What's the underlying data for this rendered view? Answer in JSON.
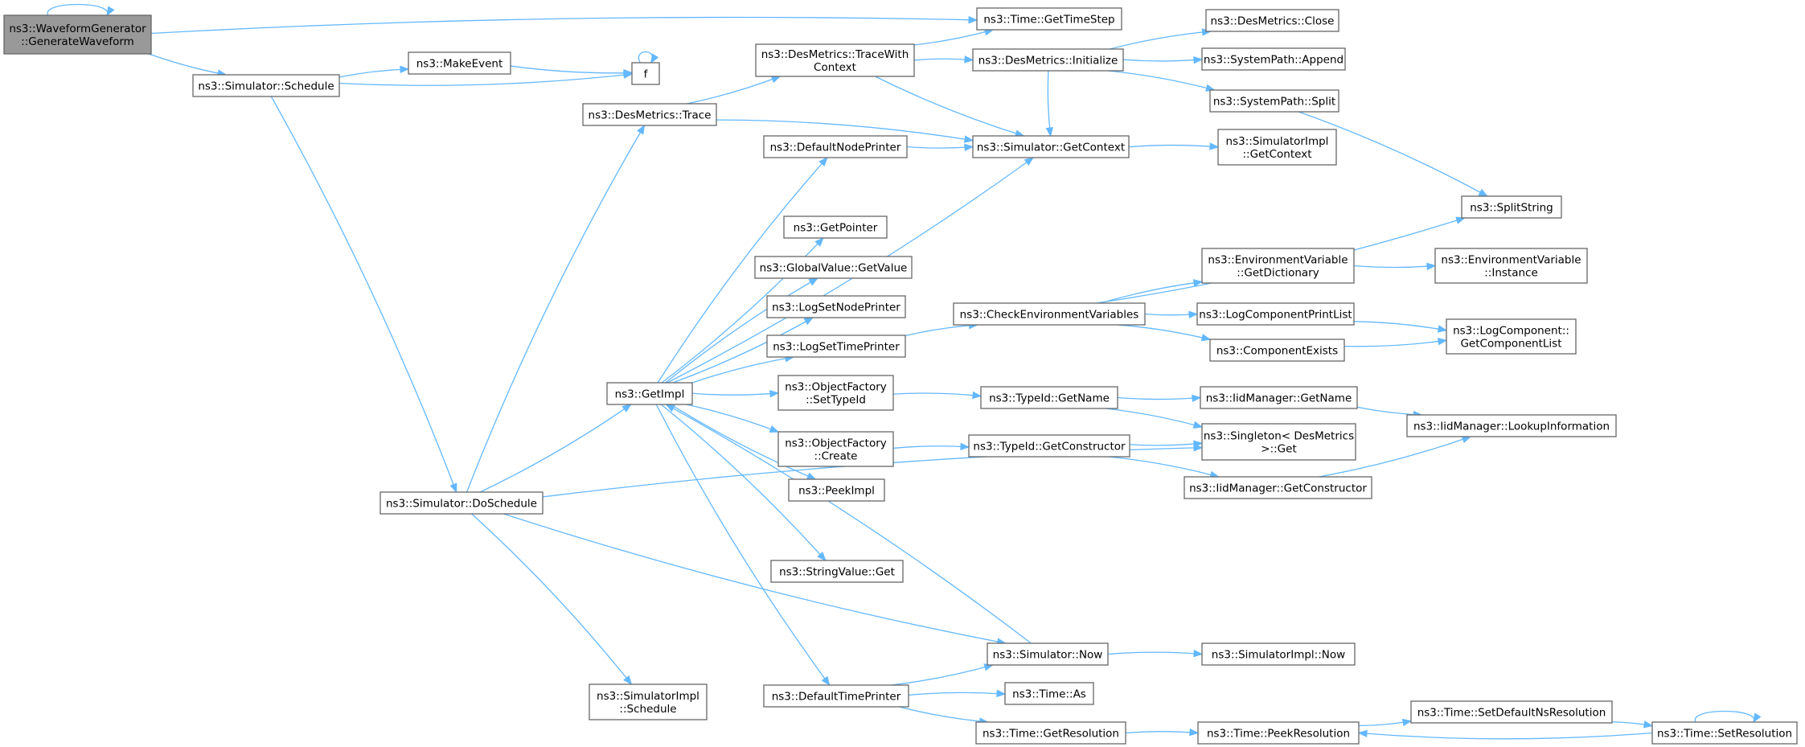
{
  "nodes": {
    "root": [
      "ns3::WaveformGenerator",
      "::GenerateWaveform"
    ],
    "getTimeStep": [
      "ns3::Time::GetTimeStep"
    ],
    "schedule": [
      "ns3::Simulator::Schedule"
    ],
    "makeEvent": [
      "ns3::MakeEvent"
    ],
    "f": [
      "f"
    ],
    "traceWithContext": [
      "ns3::DesMetrics::TraceWith",
      "Context"
    ],
    "desInitialize": [
      "ns3::DesMetrics::Initialize"
    ],
    "desClose": [
      "ns3::DesMetrics::Close"
    ],
    "sysAppend": [
      "ns3::SystemPath::Append"
    ],
    "sysSplit": [
      "ns3::SystemPath::Split"
    ],
    "desTrace": [
      "ns3::DesMetrics::Trace"
    ],
    "defaultNodePrinter": [
      "ns3::DefaultNodePrinter"
    ],
    "simGetContext": [
      "ns3::Simulator::GetContext"
    ],
    "simImplGetContext": [
      "ns3::SimulatorImpl",
      "::GetContext"
    ],
    "splitString": [
      "ns3::SplitString"
    ],
    "getPointer": [
      "ns3::GetPointer"
    ],
    "globalGetValue": [
      "ns3::GlobalValue::GetValue"
    ],
    "logSetNodePrinter": [
      "ns3::LogSetNodePrinter"
    ],
    "envGetDictionary": [
      "ns3::EnvironmentVariable",
      "::GetDictionary"
    ],
    "envInstance": [
      "ns3::EnvironmentVariable",
      "::Instance"
    ],
    "checkEnv": [
      "ns3::CheckEnvironmentVariables"
    ],
    "logSetTimePrinter": [
      "ns3::LogSetTimePrinter"
    ],
    "logCompPrintList": [
      "ns3::LogComponentPrintList"
    ],
    "logCompGetList": [
      "ns3::LogComponent::",
      "GetComponentList"
    ],
    "componentExists": [
      "ns3::ComponentExists"
    ],
    "getImpl": [
      "ns3::GetImpl"
    ],
    "objSetTypeId": [
      "ns3::ObjectFactory",
      "::SetTypeId"
    ],
    "typeGetName": [
      "ns3::TypeId::GetName"
    ],
    "iidGetName": [
      "ns3::IidManager::GetName"
    ],
    "iidLookup": [
      "ns3::IidManager::LookupInformation"
    ],
    "singletonGet": [
      "ns3::Singleton< DesMetrics",
      " >::Get"
    ],
    "objCreate": [
      "ns3::ObjectFactory",
      "::Create"
    ],
    "typeGetConstructor": [
      "ns3::TypeId::GetConstructor"
    ],
    "iidGetConstructor": [
      "ns3::IidManager::GetConstructor"
    ],
    "peekImpl": [
      "ns3::PeekImpl"
    ],
    "doSchedule": [
      "ns3::Simulator::DoSchedule"
    ],
    "stringGet": [
      "ns3::StringValue::Get"
    ],
    "simNow": [
      "ns3::Simulator::Now"
    ],
    "simImplNow": [
      "ns3::SimulatorImpl::Now"
    ],
    "simImplSchedule": [
      "ns3::SimulatorImpl",
      "::Schedule"
    ],
    "defaultTimePrinter": [
      "ns3::DefaultTimePrinter"
    ],
    "timeAs": [
      "ns3::Time::As"
    ],
    "timeGetResolution": [
      "ns3::Time::GetResolution"
    ],
    "timePeekResolution": [
      "ns3::Time::PeekResolution"
    ],
    "timeSetDefaultNs": [
      "ns3::Time::SetDefaultNsResolution"
    ],
    "timeSetResolution": [
      "ns3::Time::SetResolution"
    ]
  },
  "edges": [
    [
      "root",
      "root"
    ],
    [
      "root",
      "getTimeStep"
    ],
    [
      "root",
      "schedule"
    ],
    [
      "schedule",
      "makeEvent"
    ],
    [
      "schedule",
      "f"
    ],
    [
      "schedule",
      "doSchedule"
    ],
    [
      "makeEvent",
      "f"
    ],
    [
      "f",
      "f"
    ],
    [
      "traceWithContext",
      "getTimeStep"
    ],
    [
      "traceWithContext",
      "desInitialize"
    ],
    [
      "traceWithContext",
      "simGetContext"
    ],
    [
      "desInitialize",
      "desClose"
    ],
    [
      "desInitialize",
      "sysAppend"
    ],
    [
      "desInitialize",
      "sysSplit"
    ],
    [
      "desInitialize",
      "simGetContext"
    ],
    [
      "sysSplit",
      "splitString"
    ],
    [
      "desTrace",
      "traceWithContext"
    ],
    [
      "desTrace",
      "simGetContext"
    ],
    [
      "defaultNodePrinter",
      "simGetContext"
    ],
    [
      "simGetContext",
      "simImplGetContext"
    ],
    [
      "getImpl",
      "simGetContext"
    ],
    [
      "getImpl",
      "defaultNodePrinter"
    ],
    [
      "getImpl",
      "getPointer"
    ],
    [
      "getImpl",
      "globalGetValue"
    ],
    [
      "getImpl",
      "logSetNodePrinter"
    ],
    [
      "getImpl",
      "logSetTimePrinter"
    ],
    [
      "getImpl",
      "objSetTypeId"
    ],
    [
      "getImpl",
      "objCreate"
    ],
    [
      "getImpl",
      "peekImpl"
    ],
    [
      "getImpl",
      "stringGet"
    ],
    [
      "getImpl",
      "defaultTimePrinter"
    ],
    [
      "logSetTimePrinter",
      "checkEnv"
    ],
    [
      "checkEnv",
      "splitString"
    ],
    [
      "checkEnv",
      "envGetDictionary"
    ],
    [
      "checkEnv",
      "logCompPrintList"
    ],
    [
      "checkEnv",
      "componentExists"
    ],
    [
      "envGetDictionary",
      "envInstance"
    ],
    [
      "logCompPrintList",
      "logCompGetList"
    ],
    [
      "componentExists",
      "logCompGetList"
    ],
    [
      "objSetTypeId",
      "typeGetName"
    ],
    [
      "typeGetName",
      "iidGetName"
    ],
    [
      "typeGetName",
      "singletonGet"
    ],
    [
      "iidGetName",
      "iidLookup"
    ],
    [
      "objCreate",
      "typeGetConstructor"
    ],
    [
      "typeGetConstructor",
      "singletonGet"
    ],
    [
      "typeGetConstructor",
      "iidGetConstructor"
    ],
    [
      "iidGetConstructor",
      "iidLookup"
    ],
    [
      "doSchedule",
      "desTrace"
    ],
    [
      "doSchedule",
      "getImpl"
    ],
    [
      "doSchedule",
      "singletonGet"
    ],
    [
      "doSchedule",
      "simNow"
    ],
    [
      "doSchedule",
      "simImplSchedule"
    ],
    [
      "simNow",
      "getImpl"
    ],
    [
      "simNow",
      "simImplNow"
    ],
    [
      "defaultTimePrinter",
      "simNow"
    ],
    [
      "defaultTimePrinter",
      "timeAs"
    ],
    [
      "defaultTimePrinter",
      "timeGetResolution"
    ],
    [
      "timeGetResolution",
      "timePeekResolution"
    ],
    [
      "timePeekResolution",
      "timeSetDefaultNs"
    ],
    [
      "timeSetDefaultNs",
      "timeSetResolution"
    ],
    [
      "timeSetResolution",
      "timeSetResolution"
    ],
    [
      "timeSetResolution",
      "timePeekResolution"
    ]
  ],
  "colors": {
    "edge": "#63b8ff",
    "node_border": "#666666",
    "root_fill": "#999999",
    "node_fill": "#ffffff"
  }
}
